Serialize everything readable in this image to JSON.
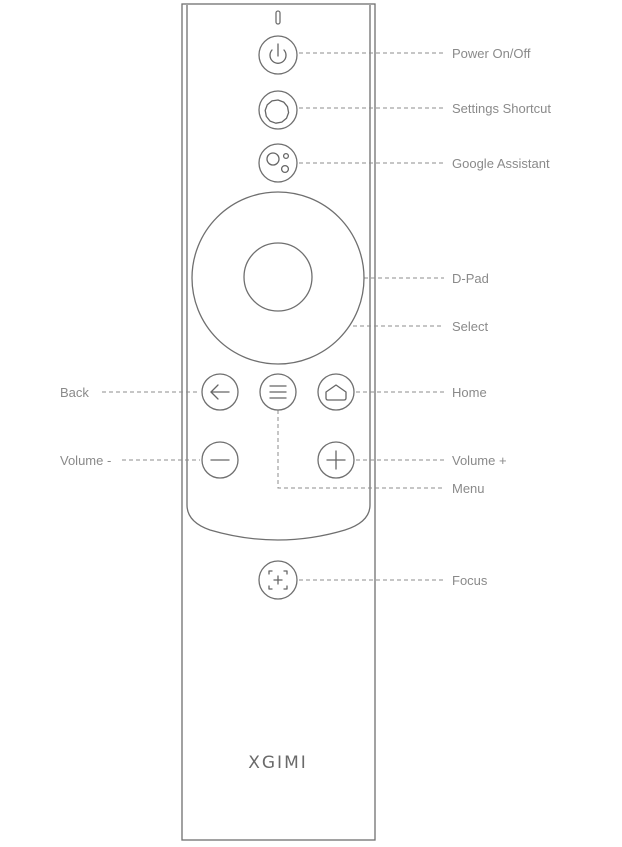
{
  "brand": "XGIMI",
  "labels": {
    "power": "Power On/Off",
    "settings": "Settings Shortcut",
    "assistant": "Google Assistant",
    "dpad": "D-Pad",
    "select": "Select",
    "back": "Back",
    "home": "Home",
    "volume_down": "Volume -",
    "volume_up": "Volume +",
    "menu": "Menu",
    "focus": "Focus"
  },
  "icons": {
    "power": "power-icon",
    "settings": "gear-icon",
    "assistant": "google-assistant-icon",
    "back": "arrow-left-icon",
    "menu": "hamburger-menu-icon",
    "home": "home-icon",
    "volume_down": "minus-icon",
    "volume_up": "plus-icon",
    "focus": "focus-icon"
  },
  "colors": {
    "line": "#6f6f6f",
    "label": "#8a8a8a",
    "background": "#ffffff"
  }
}
